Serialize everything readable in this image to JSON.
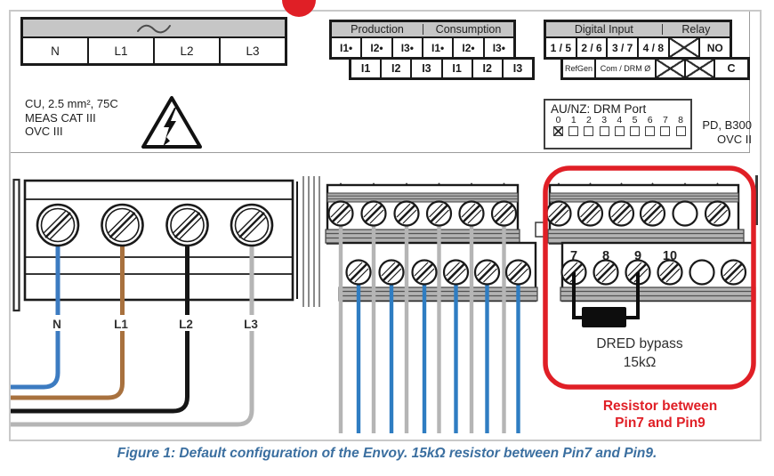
{
  "figure": {
    "caption": "Figure 1: Default configuration of the Envoy. 15kΩ resistor between Pin7 and Pin9."
  },
  "colors": {
    "red": "#e01f26",
    "wire_blue": "#3c7bc1",
    "wire_brown": "#a8713e",
    "wire_black": "#161616",
    "wire_gray": "#b5b5b5",
    "ct_wire_blue": "#2f7dc2",
    "caption_blue": "#3b6fa0"
  },
  "mains_panel": {
    "phase_labels": [
      "N",
      "L1",
      "L2",
      "L3"
    ],
    "spec_lines": [
      "CU, 2.5 mm², 75C",
      "MEAS CAT III",
      "OVC III"
    ]
  },
  "ct_panel": {
    "header": {
      "left": "Production",
      "right": "Consumption"
    },
    "row1": [
      "I1•",
      "I2•",
      "I3•",
      "I1•",
      "I2•",
      "I3•"
    ],
    "row2": [
      "I1",
      "I2",
      "I3",
      "I1",
      "I2",
      "I3"
    ]
  },
  "digital_panel": {
    "header": {
      "left": "Digital Input",
      "right": "Relay"
    },
    "row1": [
      "1 / 5",
      "2 / 6",
      "3 / 7",
      "4 / 8"
    ],
    "row1_relay": "NO",
    "row2": [
      "RefGen",
      "Com / DRM Ø"
    ],
    "row2_relay": "C"
  },
  "drm_panel": {
    "title": "AU/NZ: DRM Port",
    "digits": [
      "0",
      "1",
      "2",
      "3",
      "4",
      "5",
      "6",
      "7",
      "8"
    ],
    "checked_digit": "0",
    "notes": [
      "PD, B300",
      "OVC II"
    ]
  },
  "terminal_labels": {
    "mains": [
      "N",
      "L1",
      "L2",
      "L3"
    ],
    "pins": [
      "7",
      "8",
      "9",
      "10"
    ]
  },
  "bypass": {
    "label_line1": "DRED bypass",
    "label_line2": "15kΩ",
    "note_line1": "Resistor between",
    "note_line2": "Pin7 and Pin9"
  }
}
